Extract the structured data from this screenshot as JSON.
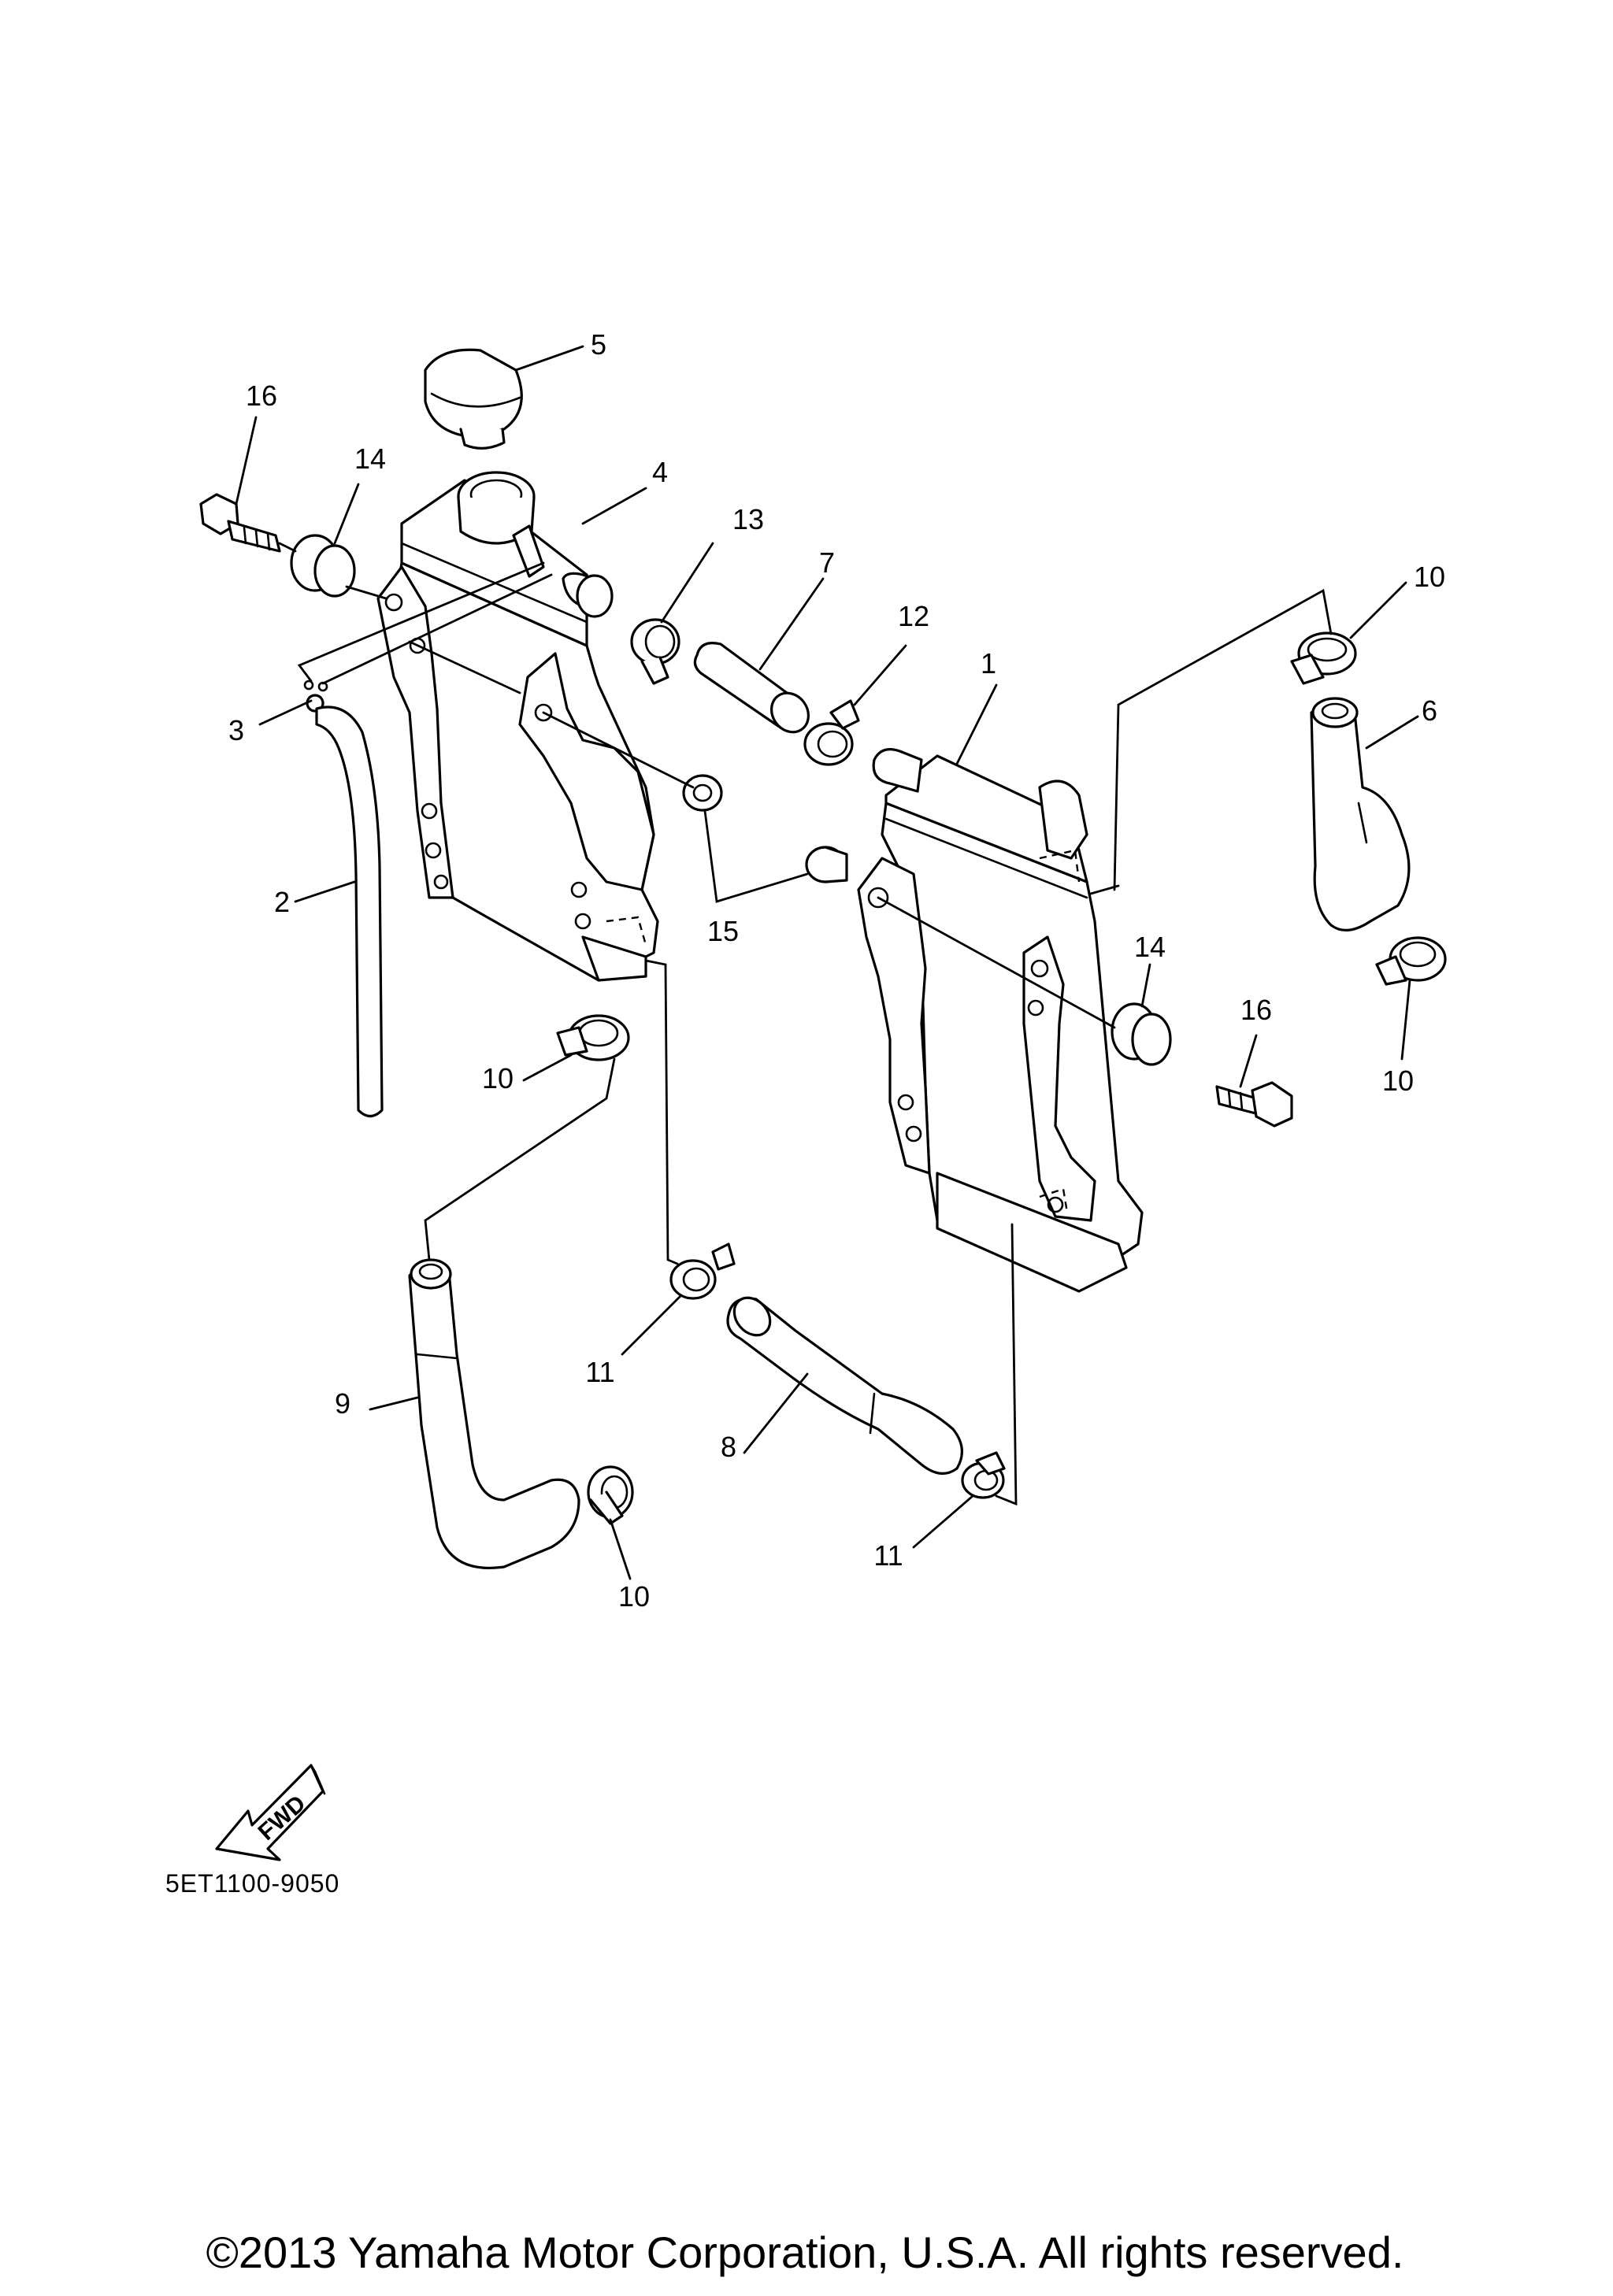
{
  "diagram": {
    "callouts": [
      {
        "id": "c1",
        "text": "1"
      },
      {
        "id": "c2",
        "text": "2"
      },
      {
        "id": "c3",
        "text": "3"
      },
      {
        "id": "c4",
        "text": "4"
      },
      {
        "id": "c5",
        "text": "5"
      },
      {
        "id": "c6",
        "text": "6"
      },
      {
        "id": "c7",
        "text": "7"
      },
      {
        "id": "c8",
        "text": "8"
      },
      {
        "id": "c9",
        "text": "9"
      },
      {
        "id": "c10a",
        "text": "10"
      },
      {
        "id": "c10b",
        "text": "10"
      },
      {
        "id": "c10c",
        "text": "10"
      },
      {
        "id": "c10d",
        "text": "10"
      },
      {
        "id": "c11a",
        "text": "11"
      },
      {
        "id": "c11b",
        "text": "11"
      },
      {
        "id": "c12",
        "text": "12"
      },
      {
        "id": "c13",
        "text": "13"
      },
      {
        "id": "c14a",
        "text": "14"
      },
      {
        "id": "c14b",
        "text": "14"
      },
      {
        "id": "c15",
        "text": "15"
      },
      {
        "id": "c16a",
        "text": "16"
      },
      {
        "id": "c16b",
        "text": "16"
      }
    ],
    "fwd_label": "FWD",
    "diagram_code": "5ET1100-9050",
    "copyright": "©2013 Yamaha Motor Corporation, U.S.A. All rights reserved."
  }
}
